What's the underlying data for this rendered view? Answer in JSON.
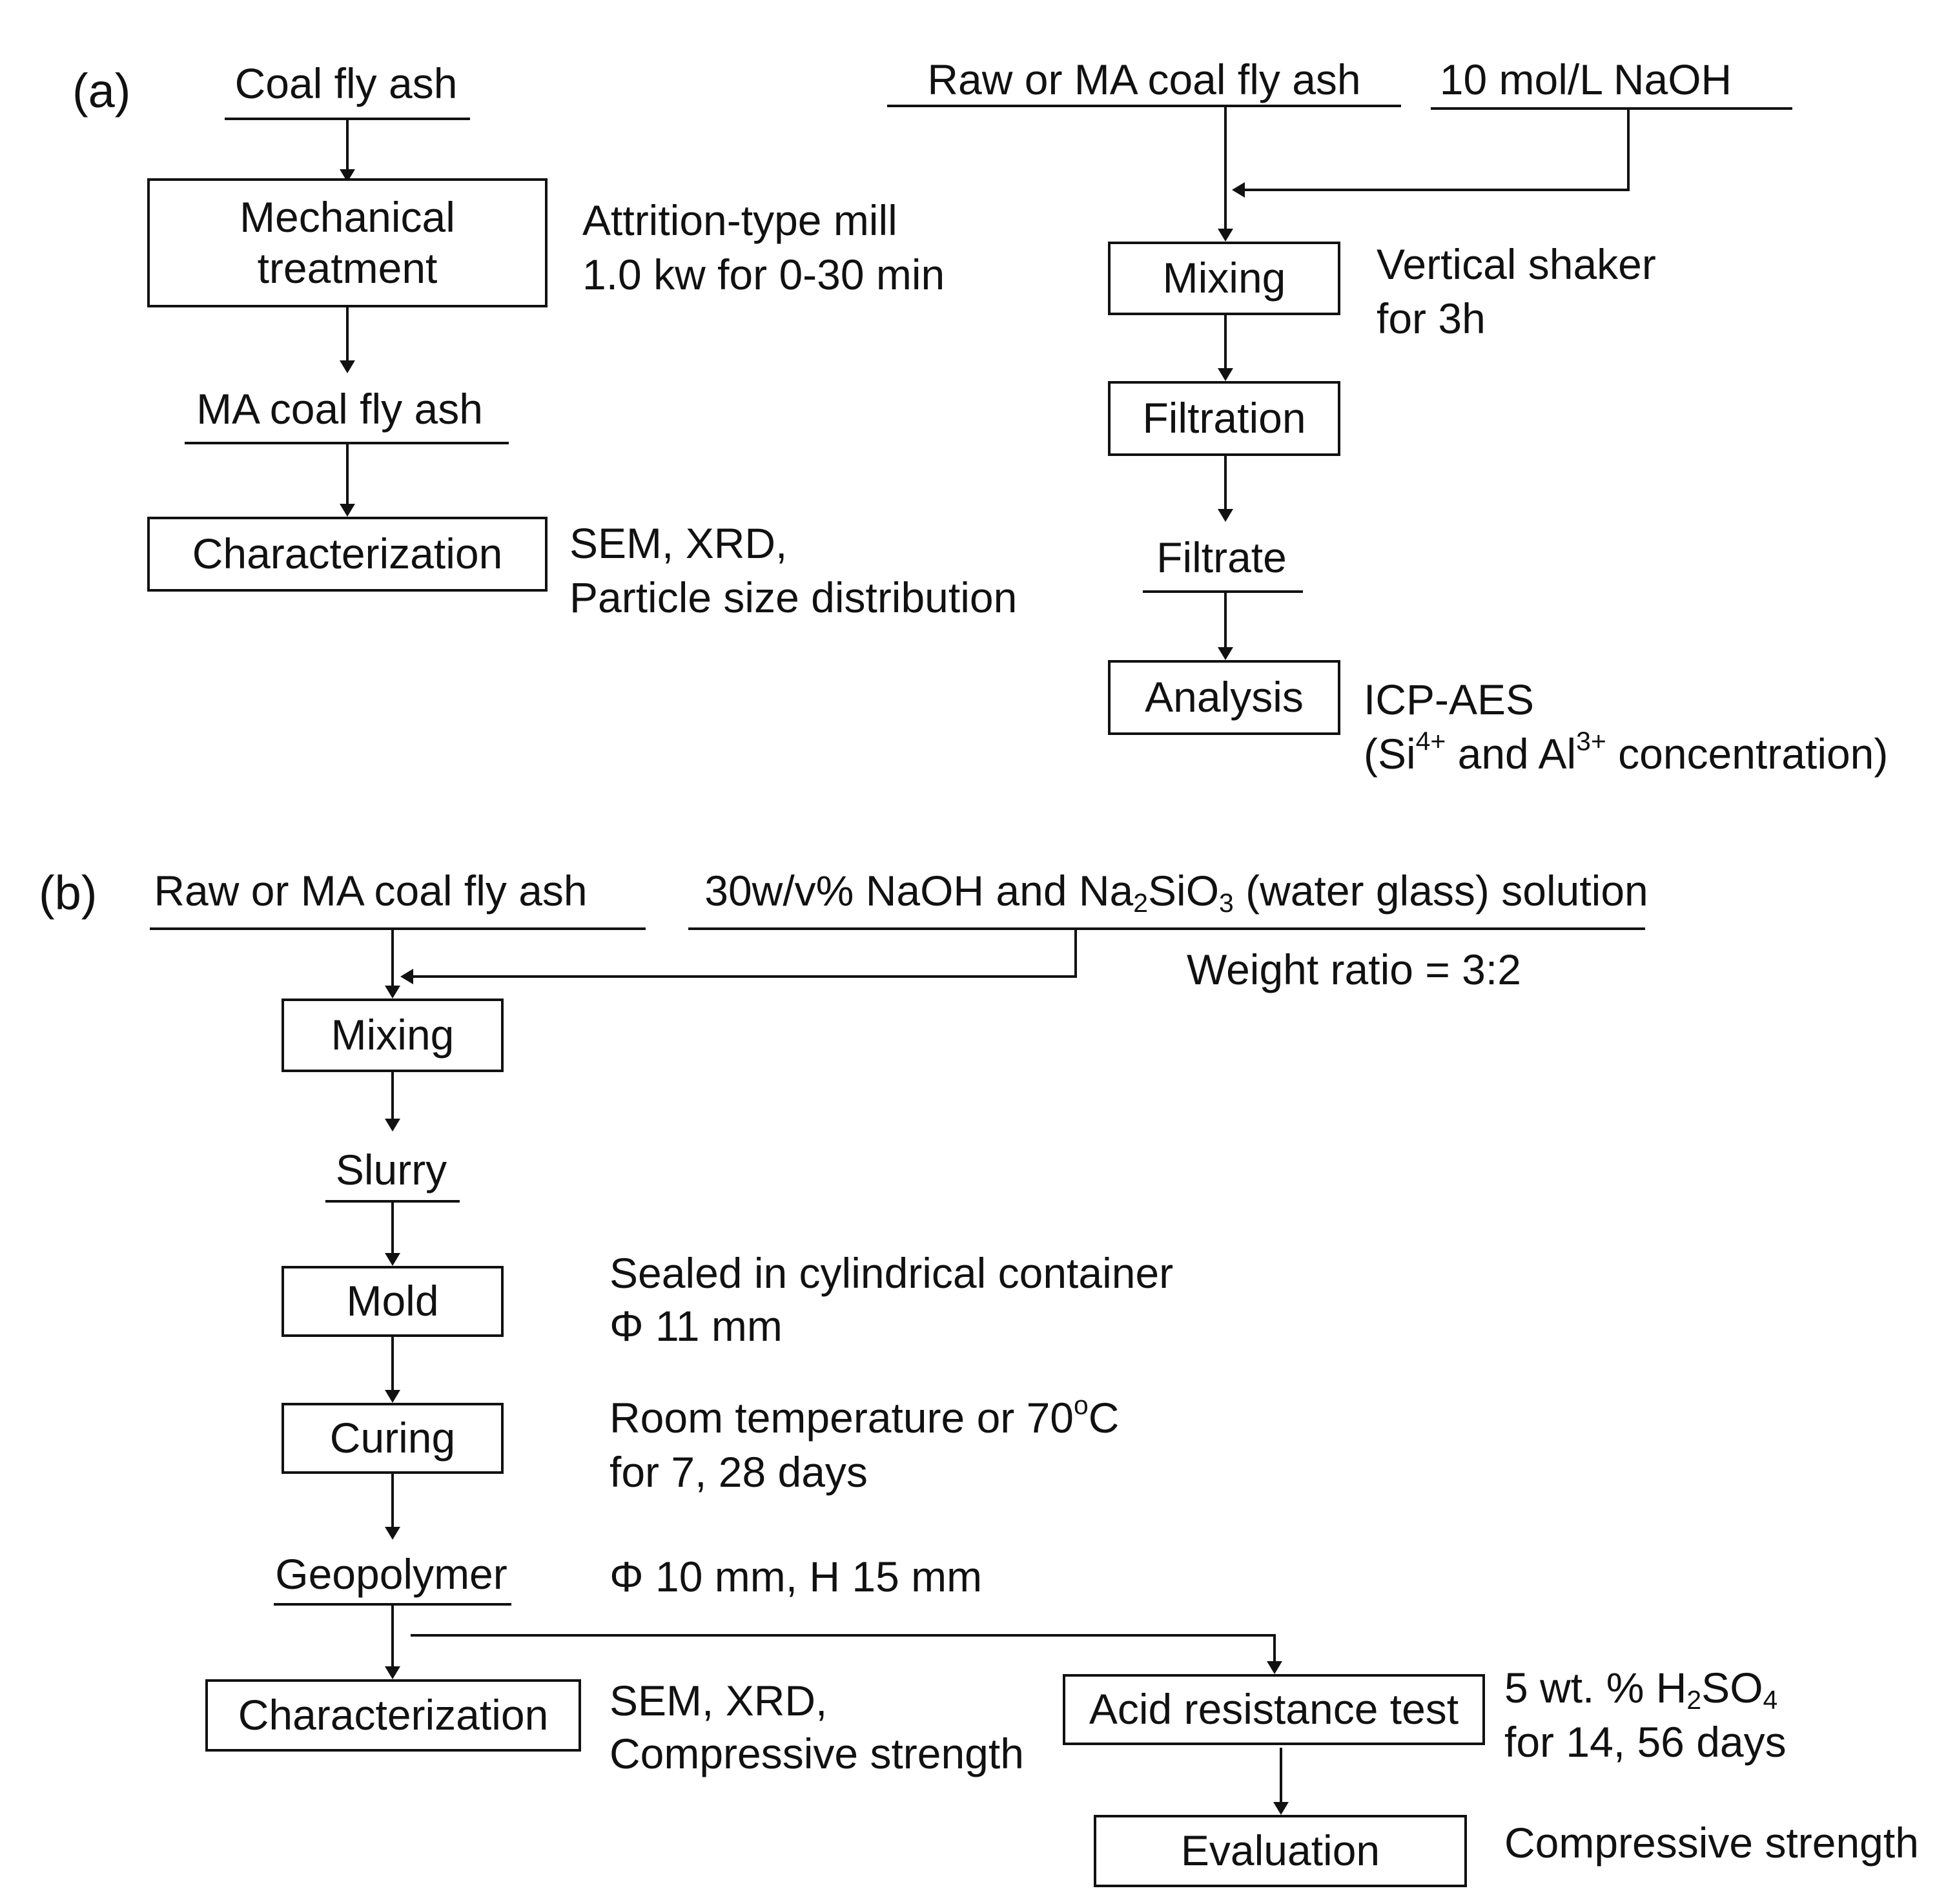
{
  "panel_a": {
    "label": "(a)",
    "left": {
      "coal_fly_ash": "Coal fly ash",
      "mechanical_treatment_line1": "Mechanical",
      "mechanical_treatment_line2": "treatment",
      "mill_note_line1": "Attrition-type mill",
      "mill_note_line2": "1.0 kw for 0-30 min",
      "ma_coal_fly_ash": "MA coal fly ash",
      "characterization": "Characterization",
      "char_note_line1": "SEM, XRD,",
      "char_note_line2": "Particle size distribution"
    },
    "right": {
      "raw_or_ma": "Raw or MA coal fly ash",
      "naoh": "10 mol/L NaOH",
      "mixing": "Mixing",
      "shaker_note_line1": "Vertical shaker",
      "shaker_note_line2": "for 3h",
      "filtration": "Filtration",
      "filtrate": "Filtrate",
      "analysis": "Analysis",
      "icp_note_line1": "ICP-AES",
      "icp_note_line2": {
        "p1": "(Si",
        "sup1": "4+",
        "p2": " and Al",
        "sup2": "3+",
        "p3": " concentration)"
      }
    }
  },
  "panel_b": {
    "label": "(b)",
    "raw_or_ma": "Raw or MA coal fly ash",
    "solution": {
      "p1": "30w/v% NaOH and Na",
      "sub1": "2",
      "p2": "SiO",
      "sub2": "3",
      "p3": " (water glass) solution"
    },
    "weight_ratio": "Weight ratio = 3:2",
    "mixing": "Mixing",
    "slurry": "Slurry",
    "mold": "Mold",
    "mold_note_line1": "Sealed in cylindrical container",
    "mold_note_line2": "Φ 11 mm",
    "curing": "Curing",
    "curing_note_line1": {
      "p1": "Room temperature or 70",
      "sup": "o",
      "p2": "C"
    },
    "curing_note_line2": "for 7, 28 days",
    "geopolymer": "Geopolymer",
    "geo_note": "Φ 10 mm, H 15 mm",
    "characterization": "Characterization",
    "char_note_line1": "SEM, XRD,",
    "char_note_line2": "Compressive strength",
    "acid_test": "Acid resistance test",
    "acid_note_line1": {
      "p1": "5 wt. % H",
      "sub": "2",
      "p2": "SO",
      "sub2": "4"
    },
    "acid_note_line2": "for 14, 56 days",
    "evaluation": "Evaluation",
    "eval_note": "Compressive strength"
  }
}
